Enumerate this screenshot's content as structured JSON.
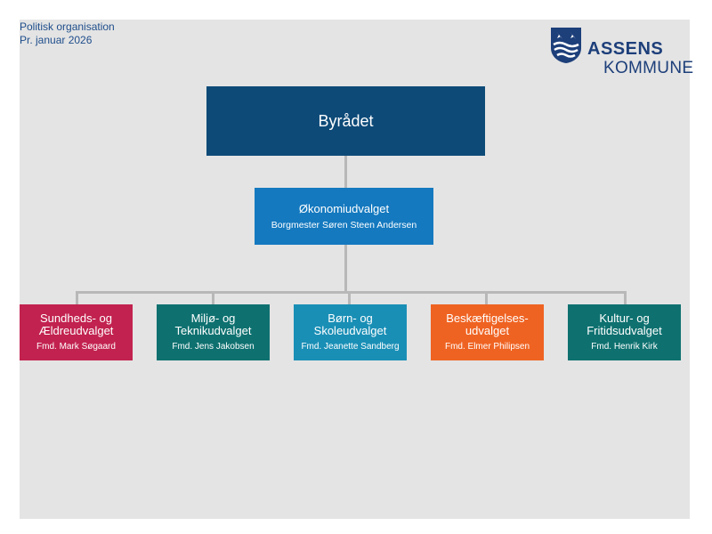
{
  "header": {
    "line1": "Politisk organisation",
    "line2": "Pr. januar 2026"
  },
  "logo": {
    "name_line1": "ASSENS",
    "name_line2": "KOMMUNE",
    "icon": "coat-of-arms-icon",
    "color": "#1d3f7a"
  },
  "org": {
    "top": {
      "title": "Byrådet",
      "color": "#0d4a78"
    },
    "mid": {
      "title": "Økonomiudvalget",
      "subtitle": "Borgmester Søren Steen Andersen",
      "color": "#1479bf"
    },
    "children": [
      {
        "title_line1": "Sundheds- og",
        "title_line2": "Ældreudvalget",
        "chair": "Fmd. Mark Søgaard",
        "color": "#c2224f"
      },
      {
        "title_line1": "Miljø- og",
        "title_line2": "Teknikudvalget",
        "chair": "Fmd. Jens Jakobsen",
        "color": "#0e7170"
      },
      {
        "title_line1": "Børn- og",
        "title_line2": "Skoleudvalget",
        "chair": "Fmd. Jeanette Sandberg",
        "color": "#1a8fb6"
      },
      {
        "title_line1": "Beskæftigelses-",
        "title_line2": "udvalget",
        "chair": "Fmd. Elmer Philipsen",
        "color": "#ef6322"
      },
      {
        "title_line1": "Kultur- og",
        "title_line2": "Fritidsudvalget",
        "chair": "Fmd. Henrik Kirk",
        "color": "#0e7170"
      }
    ]
  }
}
